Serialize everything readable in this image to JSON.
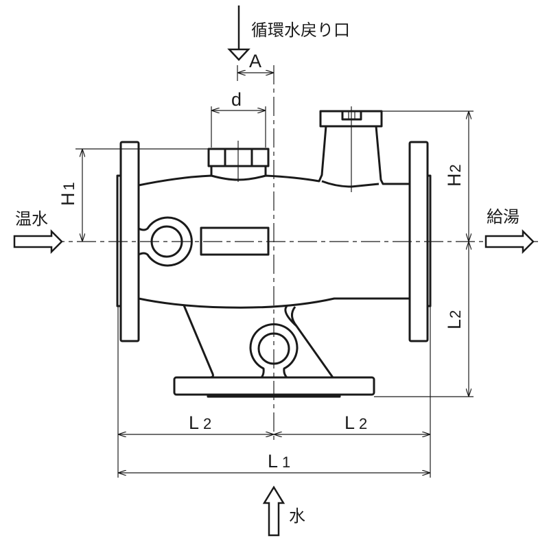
{
  "flow_labels": {
    "return_inlet": "循環水戻り口",
    "hot_water_in": "温水",
    "supply_out": "給湯",
    "cold_water_in": "水"
  },
  "dimensions": {
    "A": "A",
    "d": "d",
    "H1": {
      "main": "H",
      "sub": "1"
    },
    "H2": {
      "main": "H",
      "sub": "2"
    },
    "L2_right_vertical": {
      "main": "L",
      "sub": "2"
    },
    "L2_left": {
      "main": "L",
      "sub": "2"
    },
    "L2_right": {
      "main": "L",
      "sub": "2"
    },
    "L1": {
      "main": "L",
      "sub": "1"
    }
  },
  "colors": {
    "line": "#1a1a1a",
    "background": "#ffffff"
  }
}
